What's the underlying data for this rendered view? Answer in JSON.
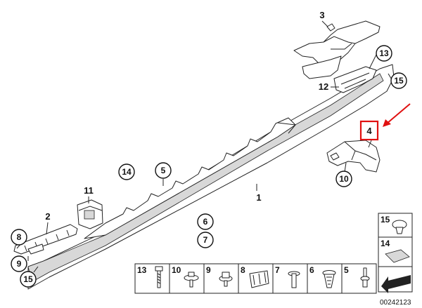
{
  "callouts": {
    "c1": "1",
    "c2": "2",
    "c3": "3",
    "c4": "4",
    "c5": "5",
    "c6": "6",
    "c7": "7",
    "c8": "8",
    "c9": "9",
    "c10": "10",
    "c11": "11",
    "c12": "12",
    "c13": "13",
    "c14": "14",
    "c15a": "15",
    "c15b": "15"
  },
  "legend": {
    "bottom": [
      "13",
      "10",
      "9",
      "8",
      "7",
      "6",
      "5"
    ],
    "side": [
      "15",
      "14"
    ]
  },
  "diagram_code": "00242123",
  "highlight_color": "#e01010"
}
